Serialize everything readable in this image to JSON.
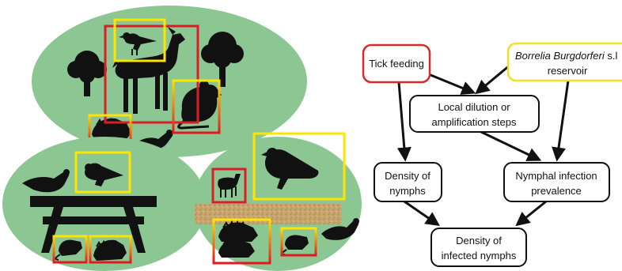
{
  "flow": {
    "tick_feeding": "Tick feeding",
    "reservoir_species": "Borrelia Burgdorferi",
    "reservoir_suffix": " s.l",
    "reservoir_line2": "reservoir",
    "dilution_line1": "Local dilution or",
    "dilution_line2": "amplification steps",
    "density_nymphs_line1": "Density of",
    "density_nymphs_line2": "nymphs",
    "infection_prev_line1": "Nymphal infection",
    "infection_prev_line2": "prevalence",
    "density_infected_line1": "Density of",
    "density_infected_line2": "infected nymphs"
  },
  "colors": {
    "habitat_green": "#8cc793",
    "silhouette": "#111111",
    "red_box": "#d81f26",
    "yellow_box": "#ffe400",
    "tick_feeding_border": "#d92a2a",
    "reservoir_border": "#f2e027",
    "leaf_litter": "#c9a56e"
  },
  "icons": [
    "deer",
    "bird",
    "rodent",
    "hedgehog",
    "pigeon",
    "tree",
    "picnic-table",
    "leaf-litter-strip"
  ]
}
